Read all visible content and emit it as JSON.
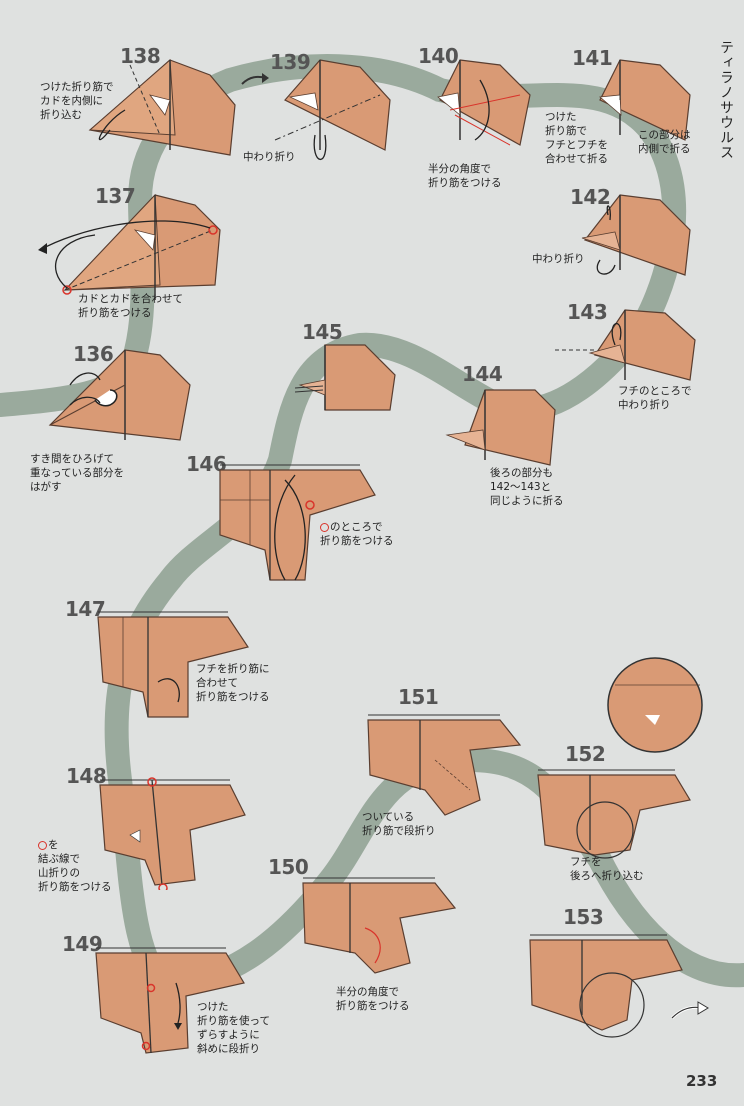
{
  "title": "ティラノサウルス",
  "page_number": "233",
  "colors": {
    "paper": "#d99a75",
    "paper_light": "#e8b79b",
    "line": "#5a3e30",
    "path": "#9aaa9d",
    "background": "#dfe1e0",
    "mark": "#d9342b"
  },
  "steps": [
    {
      "num": "136",
      "note": [
        "すき間をひろげて",
        "重なっている部分を",
        "はがす"
      ]
    },
    {
      "num": "137",
      "note": [
        "カドとカドを合わせて",
        "折り筋をつける"
      ]
    },
    {
      "num": "138",
      "note": [
        "つけた折り筋で",
        "カドを内側に",
        "折り込む"
      ]
    },
    {
      "num": "139",
      "note": [
        "中わり折り"
      ]
    },
    {
      "num": "140",
      "note": [
        "半分の角度で",
        "折り筋をつける"
      ]
    },
    {
      "num": "141",
      "note": [
        "つけた",
        "折り筋で",
        "フチとフチを",
        "合わせて折る"
      ],
      "note2": [
        "この部分は",
        "内側で折る"
      ]
    },
    {
      "num": "142",
      "note": [
        "中わり折り"
      ]
    },
    {
      "num": "143",
      "note": [
        "フチのところで",
        "中わり折り"
      ]
    },
    {
      "num": "144",
      "note": [
        "後ろの部分も",
        "142～143と",
        "同じように折る"
      ]
    },
    {
      "num": "145",
      "note": []
    },
    {
      "num": "146",
      "note": [
        "のところで",
        "折り筋をつける"
      ]
    },
    {
      "num": "147",
      "note": [
        "フチを折り筋に",
        "合わせて",
        "折り筋をつける"
      ]
    },
    {
      "num": "148",
      "note": [
        "を",
        "結ぶ線で",
        "山折りの",
        "折り筋をつける"
      ]
    },
    {
      "num": "149",
      "note": [
        "つけた",
        "折り筋を使って",
        "ずらすように",
        "斜めに段折り"
      ]
    },
    {
      "num": "150",
      "note": [
        "半分の角度で",
        "折り筋をつける"
      ]
    },
    {
      "num": "151",
      "note": [
        "ついている",
        "折り筋で段折り"
      ]
    },
    {
      "num": "152",
      "note": [
        "フチを",
        "後ろへ折り込む"
      ]
    },
    {
      "num": "153",
      "note": []
    }
  ]
}
